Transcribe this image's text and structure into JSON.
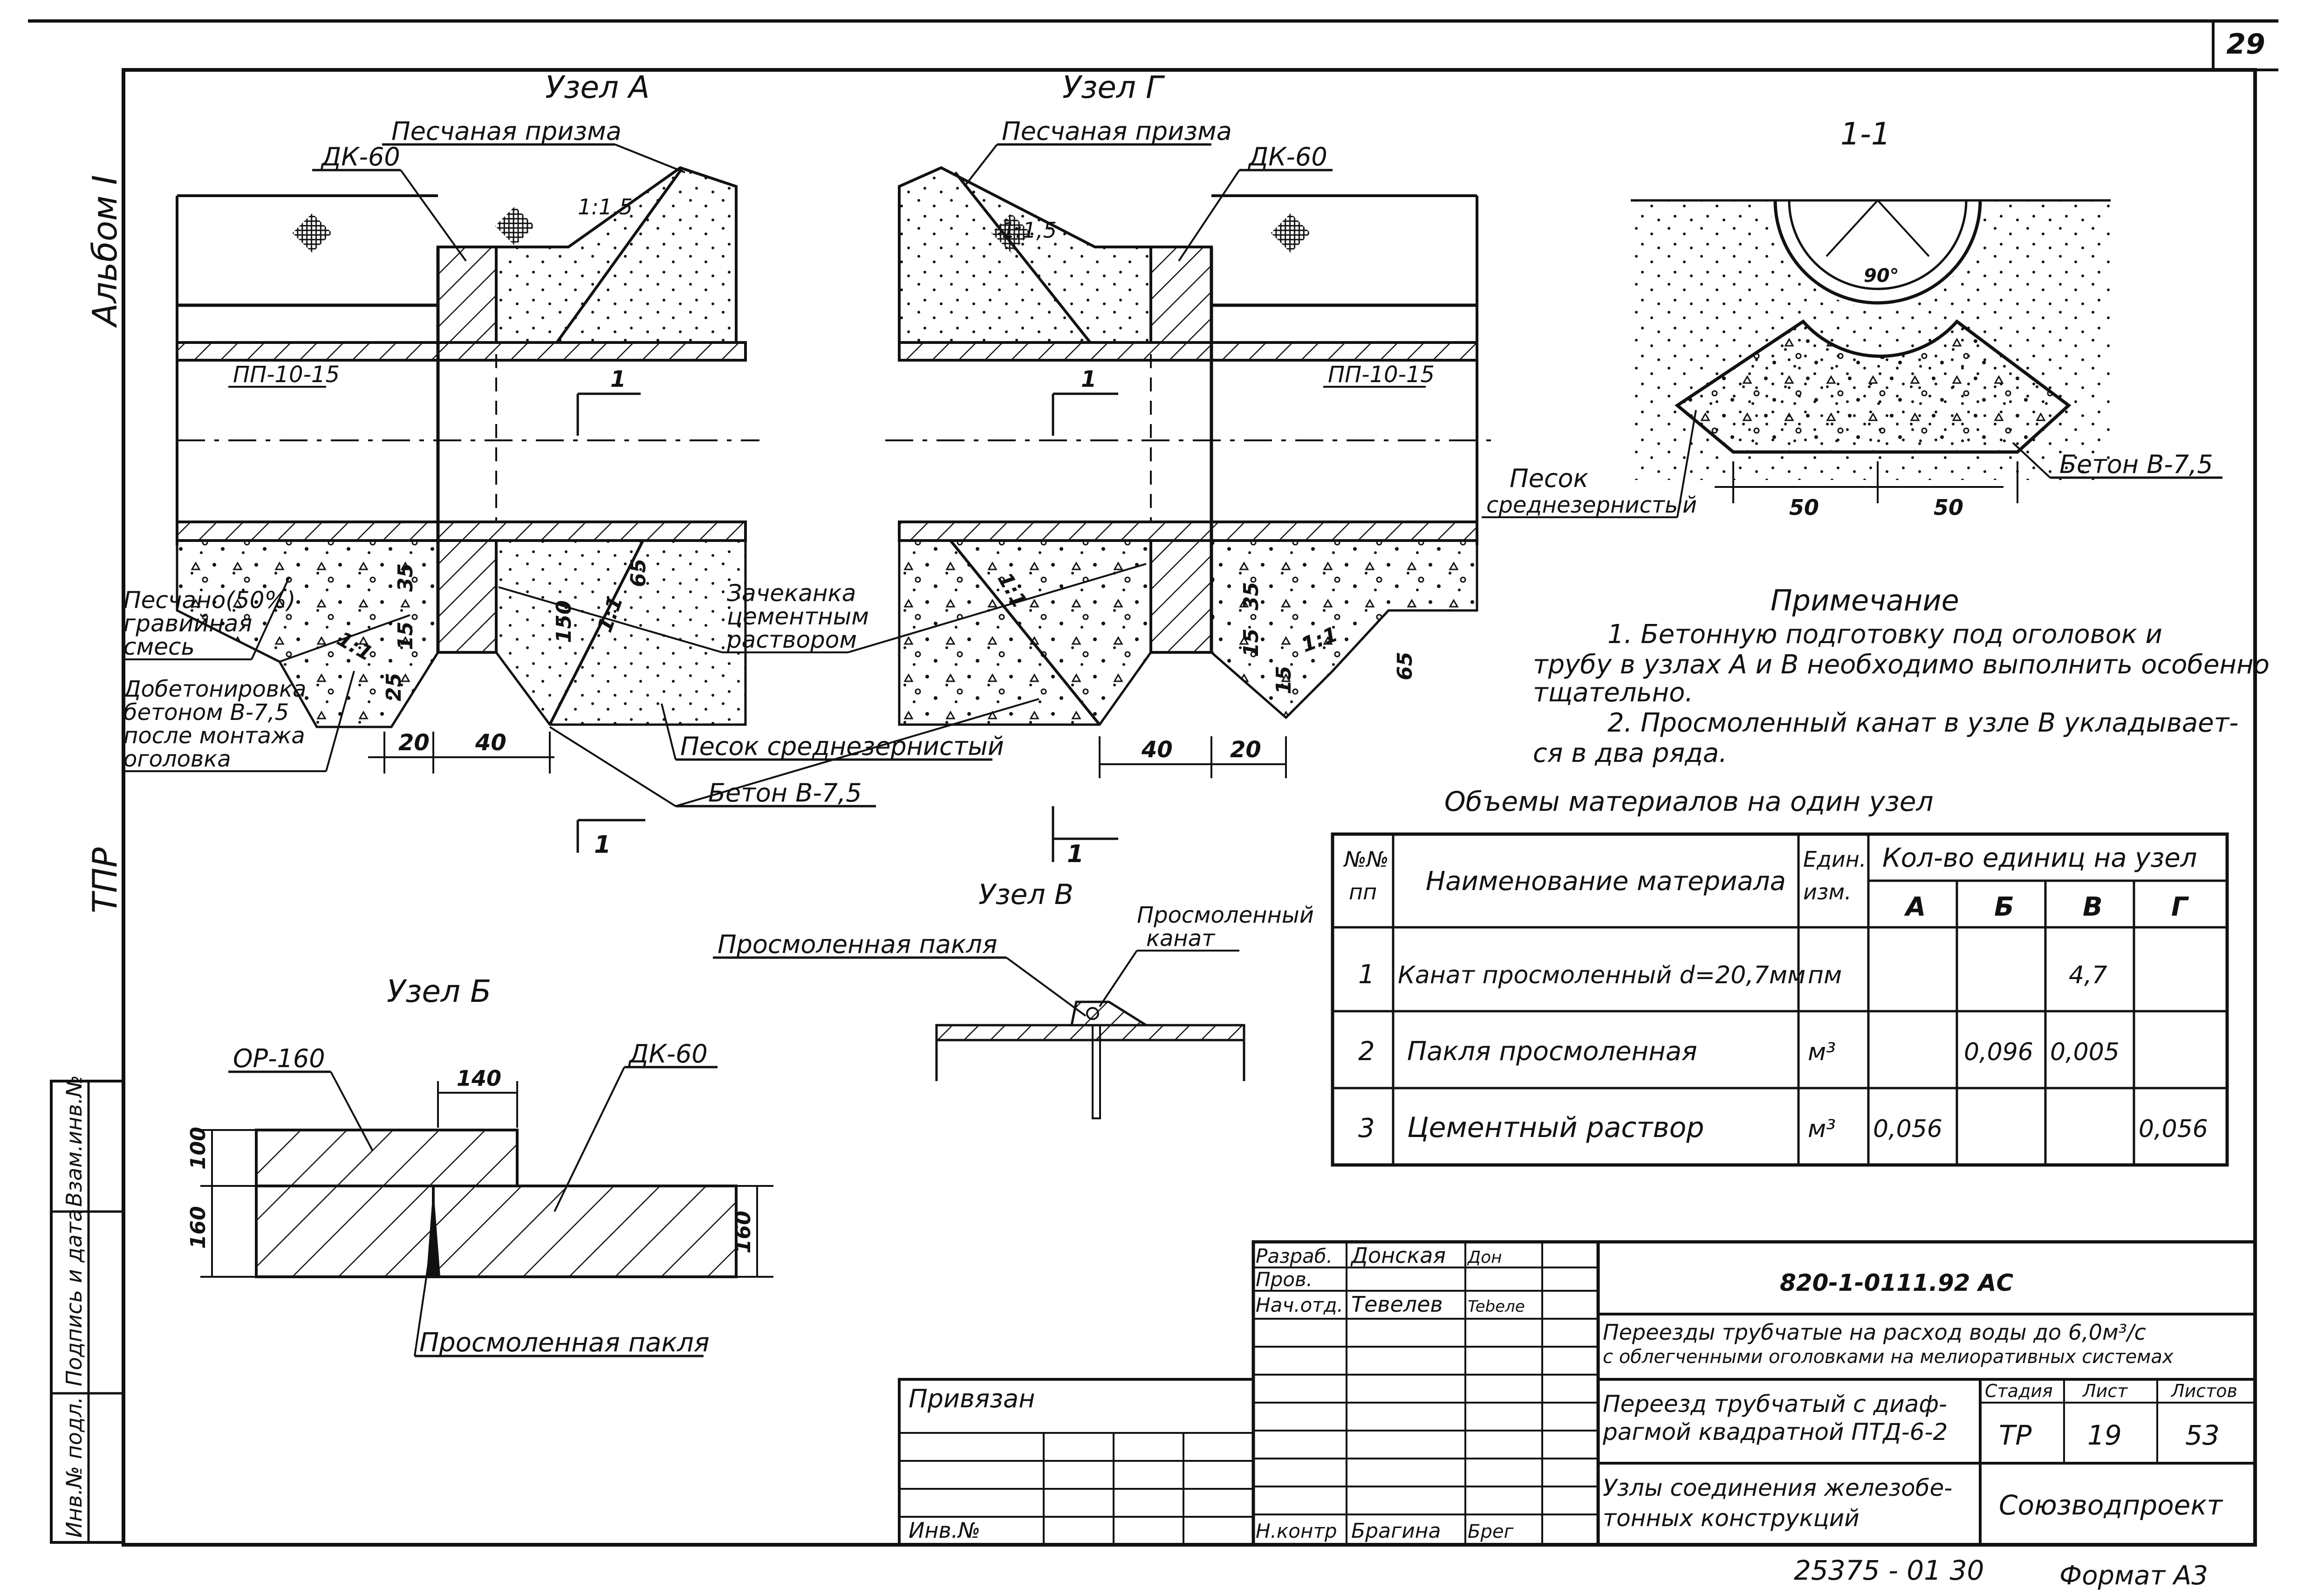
{
  "page_number": "29",
  "margin": {
    "album": "Альбом I",
    "tpr": "ТПР",
    "stamp_cells": [
      "Инв.№ подл.",
      "Подпись и дата",
      "Взам.инв.№"
    ]
  },
  "node_a": {
    "title": "Узел А",
    "sand_prism": "Песчаная призма",
    "dk60": "ДК-60",
    "slope": "1:1,5",
    "pipe": "ПП-10-15",
    "section_mark": "1",
    "sand_gravel": [
      "Песчано(50%)",
      "гравийная",
      "смесь"
    ],
    "extra_concrete": [
      "Добетонировка",
      "бетоном В-7,5",
      "после монтажа",
      "оголовка"
    ],
    "caulking": [
      "Зачеканка",
      "цементным",
      "раствором"
    ],
    "sand_medium": "Песок  среднезернистый",
    "concrete": "Бетон  В-7,5",
    "dims": [
      "35",
      "15",
      "25",
      "150",
      "65",
      "1:1",
      "1:1",
      "20",
      "40"
    ]
  },
  "node_g": {
    "title": "Узел Г",
    "sand_prism": "Песчаная призма",
    "dk60": "ДК-60",
    "slope": "1:1,5",
    "pipe": "ПП-10-15",
    "section_mark": "1",
    "dims": [
      "1:1",
      "35",
      "15",
      "15",
      "1:1",
      "65",
      "40",
      "20"
    ]
  },
  "section_1_1": {
    "title": "1-1",
    "angle": "90°",
    "concrete": "Бетон  В-7,5",
    "sand": [
      "Песок",
      "среднезернистый"
    ],
    "dims": [
      "50",
      "50"
    ]
  },
  "note": {
    "title": "Примечание",
    "lines": [
      "1. Бетонную подготовку под оголовок и",
      "трубу в узлах А и В необходимо выполнить особенно",
      "тщательно.",
      "2. Просмоленный канат в узле В укладывает-",
      "ся в два ряда."
    ]
  },
  "materials_table": {
    "title": "Объемы материалов  на один узел",
    "col_no": [
      "№№",
      "пп"
    ],
    "col_name": "Наименование материала",
    "col_unit": [
      "Един.",
      "изм."
    ],
    "col_qty": "Кол-во единиц на узел",
    "nodes": [
      "А",
      "Б",
      "В",
      "Г"
    ],
    "rows": [
      {
        "no": "1",
        "name": "Канат просмоленный d=20,7мм",
        "unit": "пм",
        "a": "",
        "b": "",
        "v": "4,7",
        "g": ""
      },
      {
        "no": "2",
        "name": "Пакля просмоленная",
        "unit": "м³",
        "a": "",
        "b": "0,096",
        "v": "0,005",
        "g": ""
      },
      {
        "no": "3",
        "name": "Цементный  раствор",
        "unit": "м³",
        "a": "0,056",
        "b": "",
        "v": "",
        "g": "0,056"
      }
    ]
  },
  "node_v": {
    "title": "Узел В",
    "oakum": "Просмоленная пакля",
    "rope": [
      "Просмоленный",
      "канат"
    ]
  },
  "node_b": {
    "title": "Узел Б",
    "or160": "ОР-160",
    "dk60": "ДК-60",
    "oakum": "Просмоленная  пакля",
    "dims": [
      "140",
      "100",
      "160",
      "160"
    ]
  },
  "title_block": {
    "rows": [
      {
        "role": "Разраб.",
        "name": "Донская",
        "sign": "Дон"
      },
      {
        "role": "Пров.",
        "name": "",
        "sign": ""
      },
      {
        "role": "Нач.отд.",
        "name": "Тевелев",
        "sign": "Tebeлe"
      }
    ],
    "control": {
      "role": "Н.контр",
      "name": "Брагина",
      "sign": "Брег"
    },
    "bound": "Привязан",
    "inv": "Инв.№",
    "doc_code": "820-1-0111.92      АС",
    "project": [
      "Переезды трубчатые на расход воды до 6,0м³/с",
      "с облегченными оголовками на мелиоративных системах"
    ],
    "sheet_title": [
      "Переезд трубчатый с диаф-",
      "рагмой квадратной ПТД-6-2"
    ],
    "drawing_title": [
      "Узлы соединения железобе-",
      "тонных  конструкций"
    ],
    "stage_h": "Стадия",
    "sheet_h": "Лист",
    "sheets_h": "Листов",
    "stage": "ТР",
    "sheet": "19",
    "sheets": "53",
    "org": "Союзводпроект",
    "archive": "25375 - 01   30",
    "format": "Формат А3"
  }
}
